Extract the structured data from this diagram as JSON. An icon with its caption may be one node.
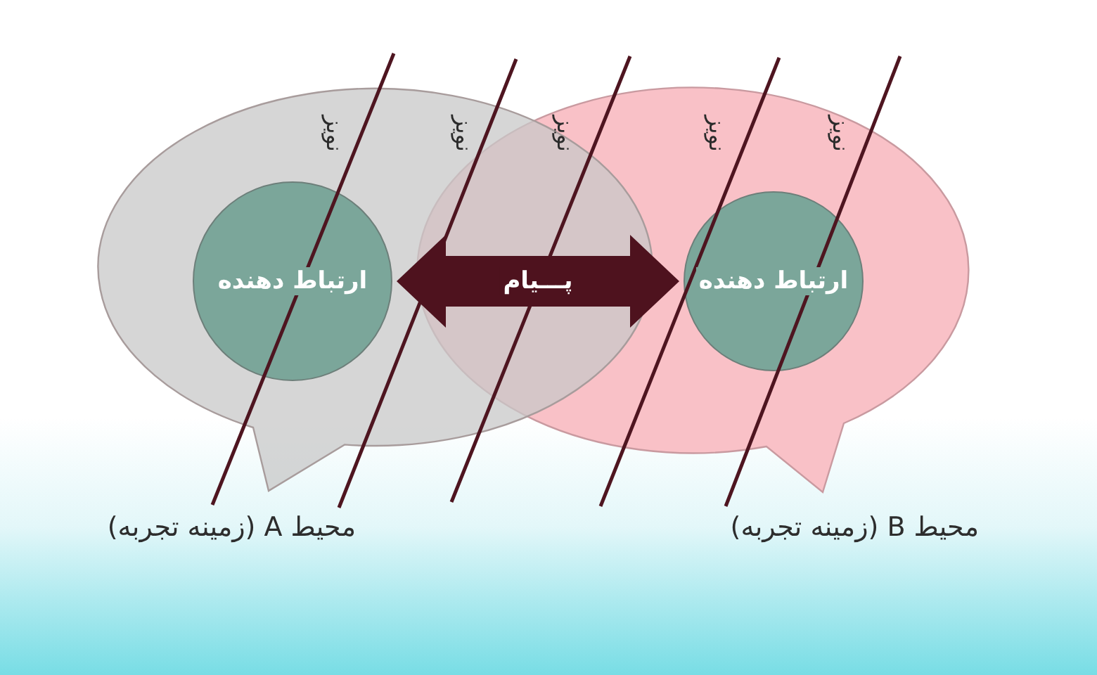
{
  "diagram": {
    "nodes": [
      {
        "text": [
          "محیط A (زمینه تجربه)"
        ]
      },
      {
        "text": [
          "ارتباط دهنده"
        ],
        "in": 0
      },
      {
        "text": [
          "محیط B (زمینه تجربه)"
        ]
      },
      {
        "text": [
          "ارتباط دهنده"
        ],
        "in": 2
      }
    ],
    "edges": [
      {
        "from": 1,
        "to": 3,
        "arrow": "both",
        "label": "پـــیام"
      }
    ],
    "labels": [
      "نویز",
      "نویز",
      "نویز",
      "نویز",
      "نویز"
    ]
  }
}
